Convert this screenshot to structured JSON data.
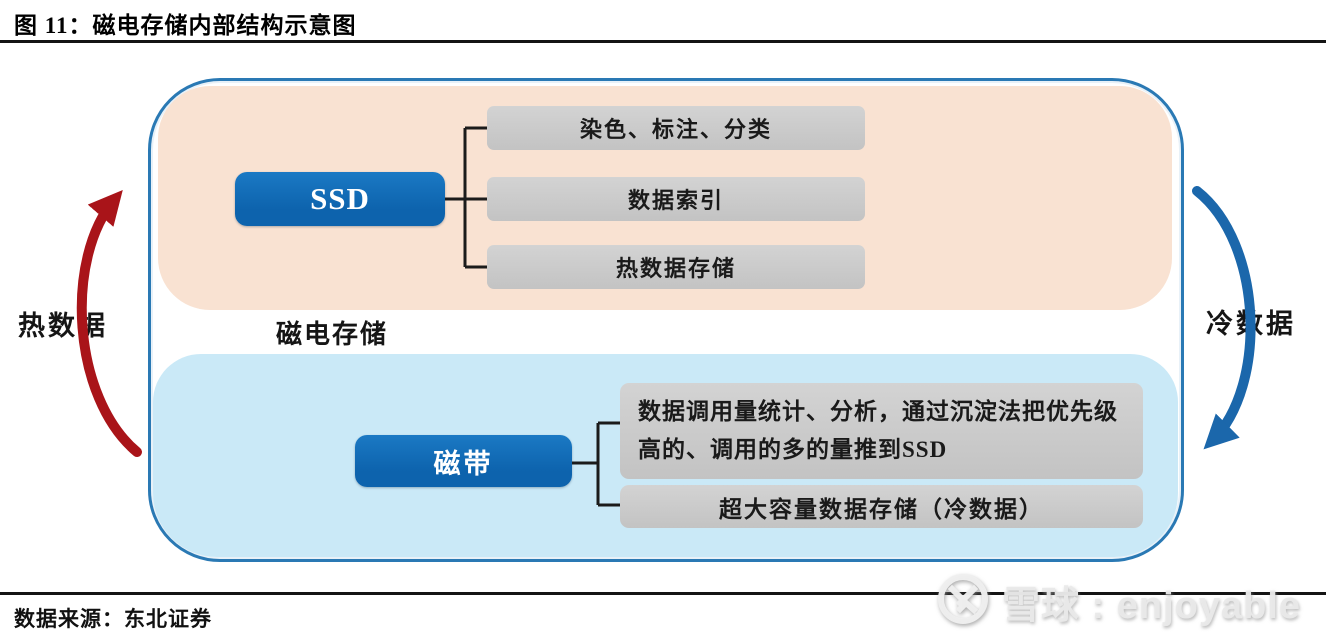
{
  "figure": {
    "title": "图 11：磁电存储内部结构示意图",
    "source": "数据来源：东北证券"
  },
  "diagram": {
    "center_label": "磁电存储",
    "hot_flow_label": "热数据",
    "cold_flow_label": "冷数据",
    "hot_section": {
      "node": "SSD",
      "items": [
        "染色、标注、分类",
        "数据索引",
        "热数据存储"
      ]
    },
    "cold_section": {
      "node": "磁带",
      "items": [
        "数据调用量统计、分析，通过沉淀法把优先级高的、调用的多的量推到SSD",
        "超大容量数据存储（冷数据）"
      ]
    },
    "colors": {
      "container_border": "#2a79b4",
      "hot_zone_fill": "#f9e2d2",
      "cold_zone_fill": "#cae9f7",
      "node_fill": "#0d63ad",
      "item_fill": "#c8c8c8",
      "hot_arrow": "#a91419",
      "cold_arrow": "#1b67ab"
    }
  },
  "watermark": {
    "logo": "xueqiu-logo",
    "text": "雪球 : enjoyable"
  }
}
